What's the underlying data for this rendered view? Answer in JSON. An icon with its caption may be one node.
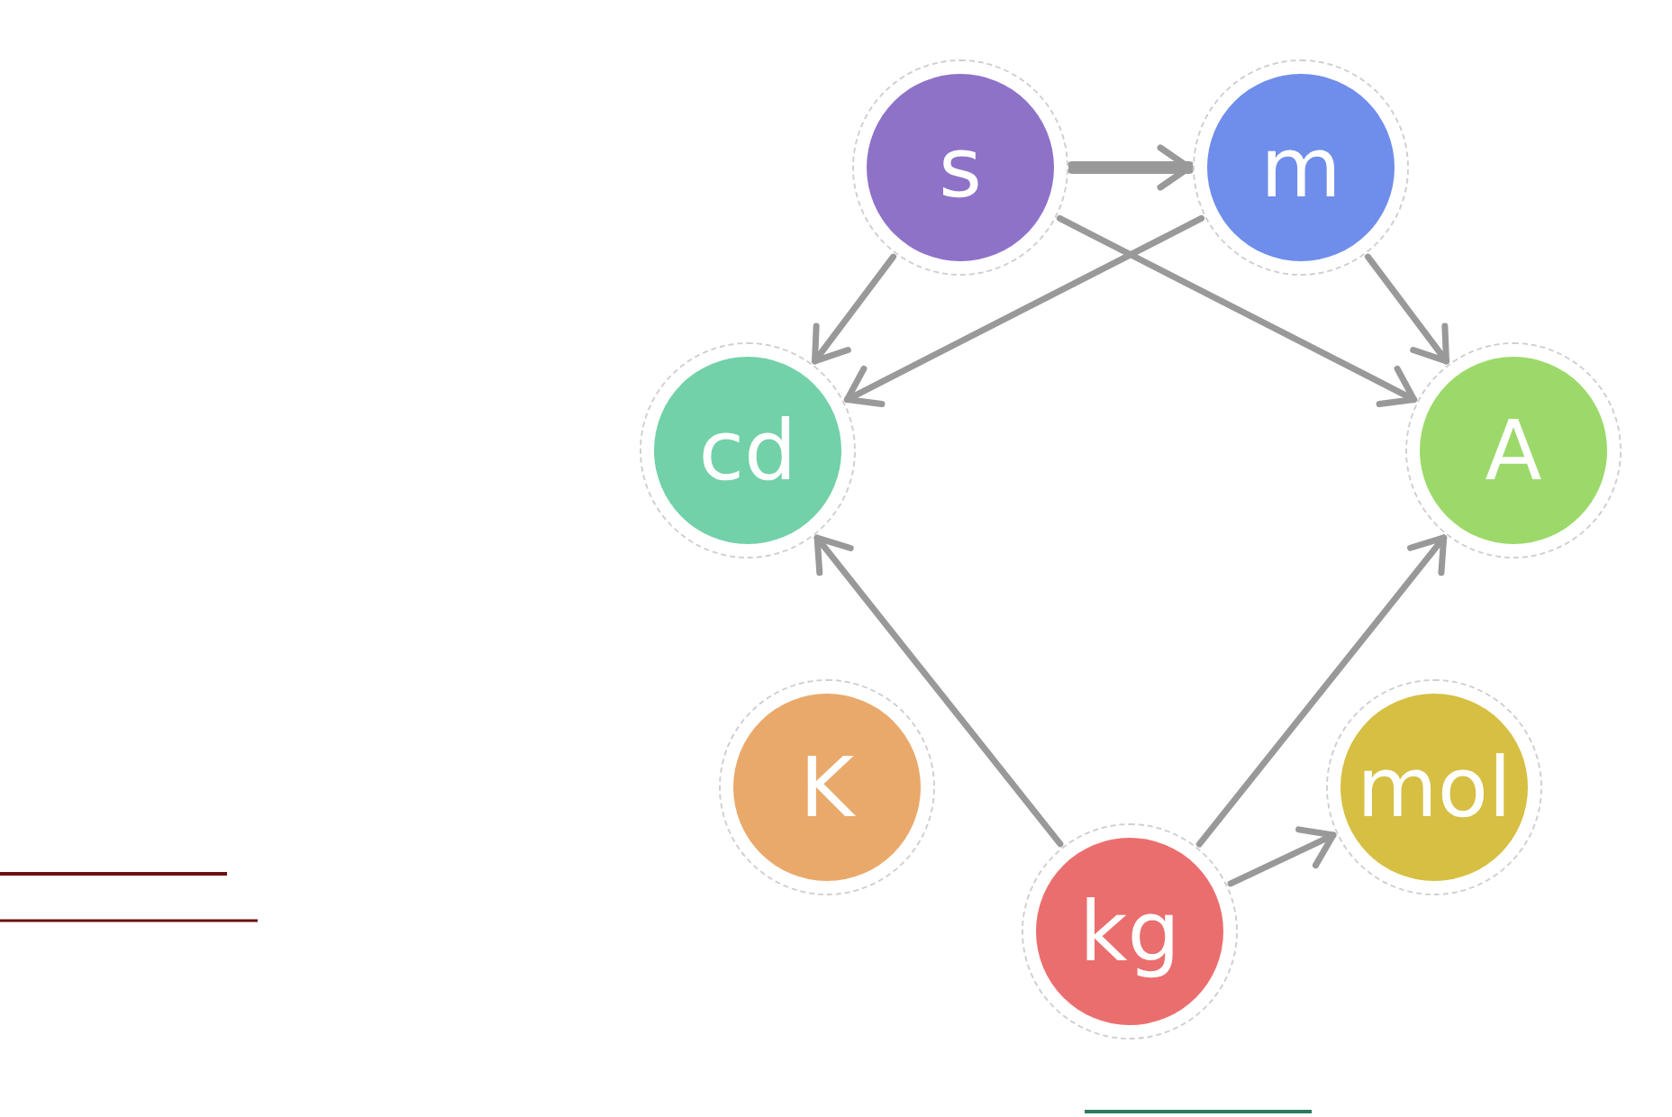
{
  "diagram": {
    "nodes": [
      {
        "text": [
          "s"
        ]
      },
      {
        "text": [
          "m"
        ]
      },
      {
        "text": [
          "cd"
        ]
      },
      {
        "text": [
          "A"
        ]
      },
      {
        "text": [
          "K"
        ]
      },
      {
        "text": [
          "mol"
        ]
      },
      {
        "text": [
          "kg"
        ]
      }
    ],
    "edges": [
      {
        "from": 0,
        "to": 1,
        "arrow": "to",
        "style": "thick"
      },
      {
        "from": 0,
        "to": 2,
        "arrow": "to"
      },
      {
        "from": 0,
        "to": 3,
        "arrow": "to"
      },
      {
        "from": 1,
        "to": 2,
        "arrow": "to"
      },
      {
        "from": 1,
        "to": 3,
        "arrow": "to"
      },
      {
        "from": 6,
        "to": 2,
        "arrow": "to"
      },
      {
        "from": 6,
        "to": 3,
        "arrow": "to"
      },
      {
        "from": 6,
        "to": 5,
        "arrow": "to"
      }
    ]
  }
}
